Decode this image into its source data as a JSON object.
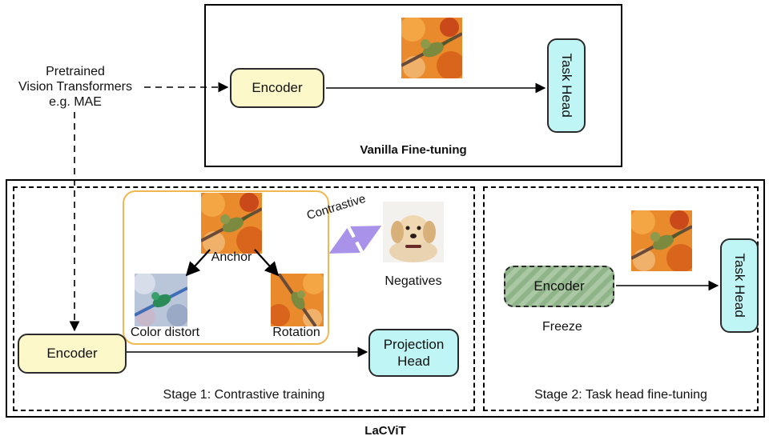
{
  "source_label": [
    "Pretrained",
    "Vision Transformers",
    "e.g. MAE"
  ],
  "vanilla": {
    "title": "Vanilla Fine-tuning",
    "encoder_label": "Encoder",
    "task_head_label": "Task Head"
  },
  "lacvit": {
    "title": "LaCViT",
    "stage1": {
      "caption": "Stage 1: Contrastive training",
      "encoder_label": "Encoder",
      "projection_head_label": [
        "Projection",
        "Head"
      ],
      "anchor_label": "Anchor",
      "color_distort_label": "Color distort",
      "rotation_label": "Rotation",
      "contrastive_label": "Contrastive",
      "negatives_label": "Negatives"
    },
    "stage2": {
      "caption": "Stage 2: Task head fine-tuning",
      "encoder_label": "Encoder",
      "freeze_label": "Freeze",
      "task_head_label": "Task Head"
    }
  },
  "colors": {
    "encoder_fill": "#fdf8c9",
    "head_fill": "#bff5f4",
    "frozen_encoder_fill": "#8fb48a",
    "augmentation_border": "#f2b850",
    "contrastive_arrow": "#a892ea"
  },
  "images": {
    "bird_photo": "bird-on-branch-with-orange-leaves",
    "dog_photo": "golden-retriever-puppy",
    "color_distorted_bird": "bird-with-blue-tint",
    "rotated_bird": "rotated-bird"
  }
}
